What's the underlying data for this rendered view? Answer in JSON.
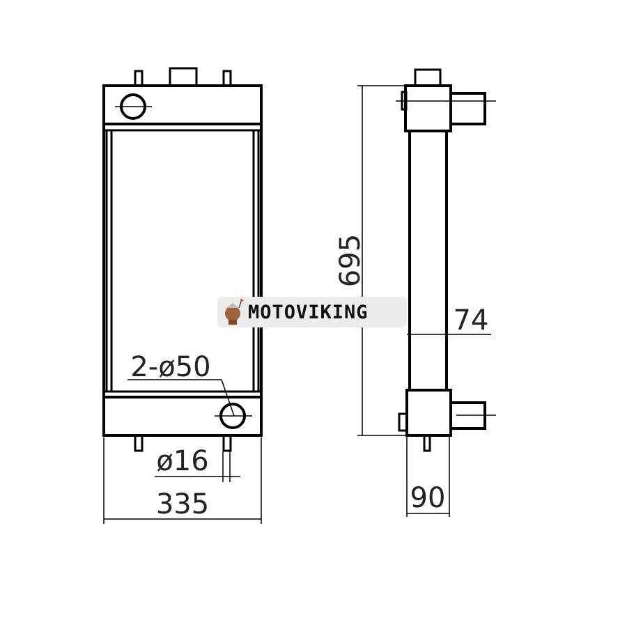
{
  "drawing": {
    "title": "Radiator dimensions drawing",
    "dimensions": {
      "width": "335",
      "height": "695",
      "depth": "90",
      "core_depth": "74",
      "stud_diameter": "ø16",
      "pipe_label": "2-ø50"
    }
  },
  "watermark": {
    "brand": "MOTOVIKING"
  }
}
